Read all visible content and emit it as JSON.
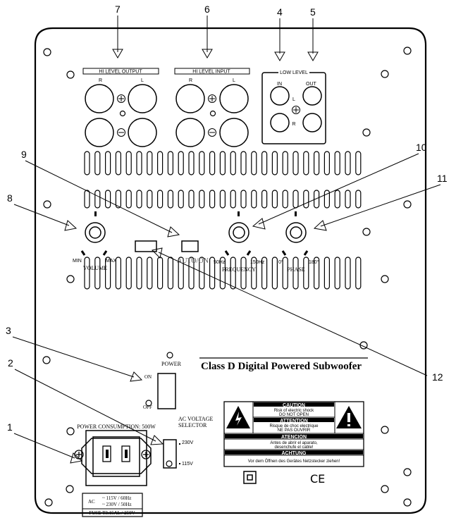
{
  "callouts": {
    "c1": "1",
    "c2": "2",
    "c3": "3",
    "c4": "4",
    "c5": "5",
    "c6": "6",
    "c7": "7",
    "c8": "8",
    "c9": "9",
    "c10": "10",
    "c11": "11",
    "c12": "12"
  },
  "panel": {
    "hi_level_output": "HI LEVEL OUTPUT",
    "hi_level_input": "HI LEVEL INPUT",
    "low_level": "LOW LEVEL",
    "in": "IN",
    "out": "OUT",
    "r": "R",
    "l": "L",
    "volume": "VOLUME",
    "min": "MIN",
    "max": "MAX",
    "auto_on": "AUTO/ON",
    "frequency": "FREQUENCY",
    "hz50": "50Hz",
    "hz150": "150Hz",
    "phase": "PHASE",
    "deg0": "0°",
    "deg180": "180°",
    "power": "POWER",
    "on": "ON",
    "off": "OFF",
    "ac_voltage": "AC VOLTAGE",
    "selector": "SELECTOR",
    "v230": "230V",
    "v115": "115V",
    "power_consumption": "POWER CONSUMPTION: 500W",
    "ac": "AC",
    "ac_line1": "~ 115V / 60Hz",
    "ac_line2": "~ 230V / 50Hz",
    "fuse": "FUSE T3.15AL / 250V",
    "brand_title": "Class D Digital Powered Subwoofer"
  },
  "warning": {
    "caution": "CAUTION",
    "caution_l1": "Risk of electric shock",
    "caution_l2": "DO NOT OPEN",
    "attention": "ATTENTION",
    "attention_l1": "Risque de choc electrique",
    "attention_l2": "NE PAS OUVRIR",
    "atencion": "ATENCION",
    "atencion_l1": "Antes de abrir el aparato,",
    "atencion_l2": "desenchufe el cable!",
    "achtung": "ACHTUNG",
    "achtung_l1": "Vor dem Öffnen des Gerätes Netzstecker ziehen!"
  },
  "marks": {
    "ce": "CE"
  }
}
